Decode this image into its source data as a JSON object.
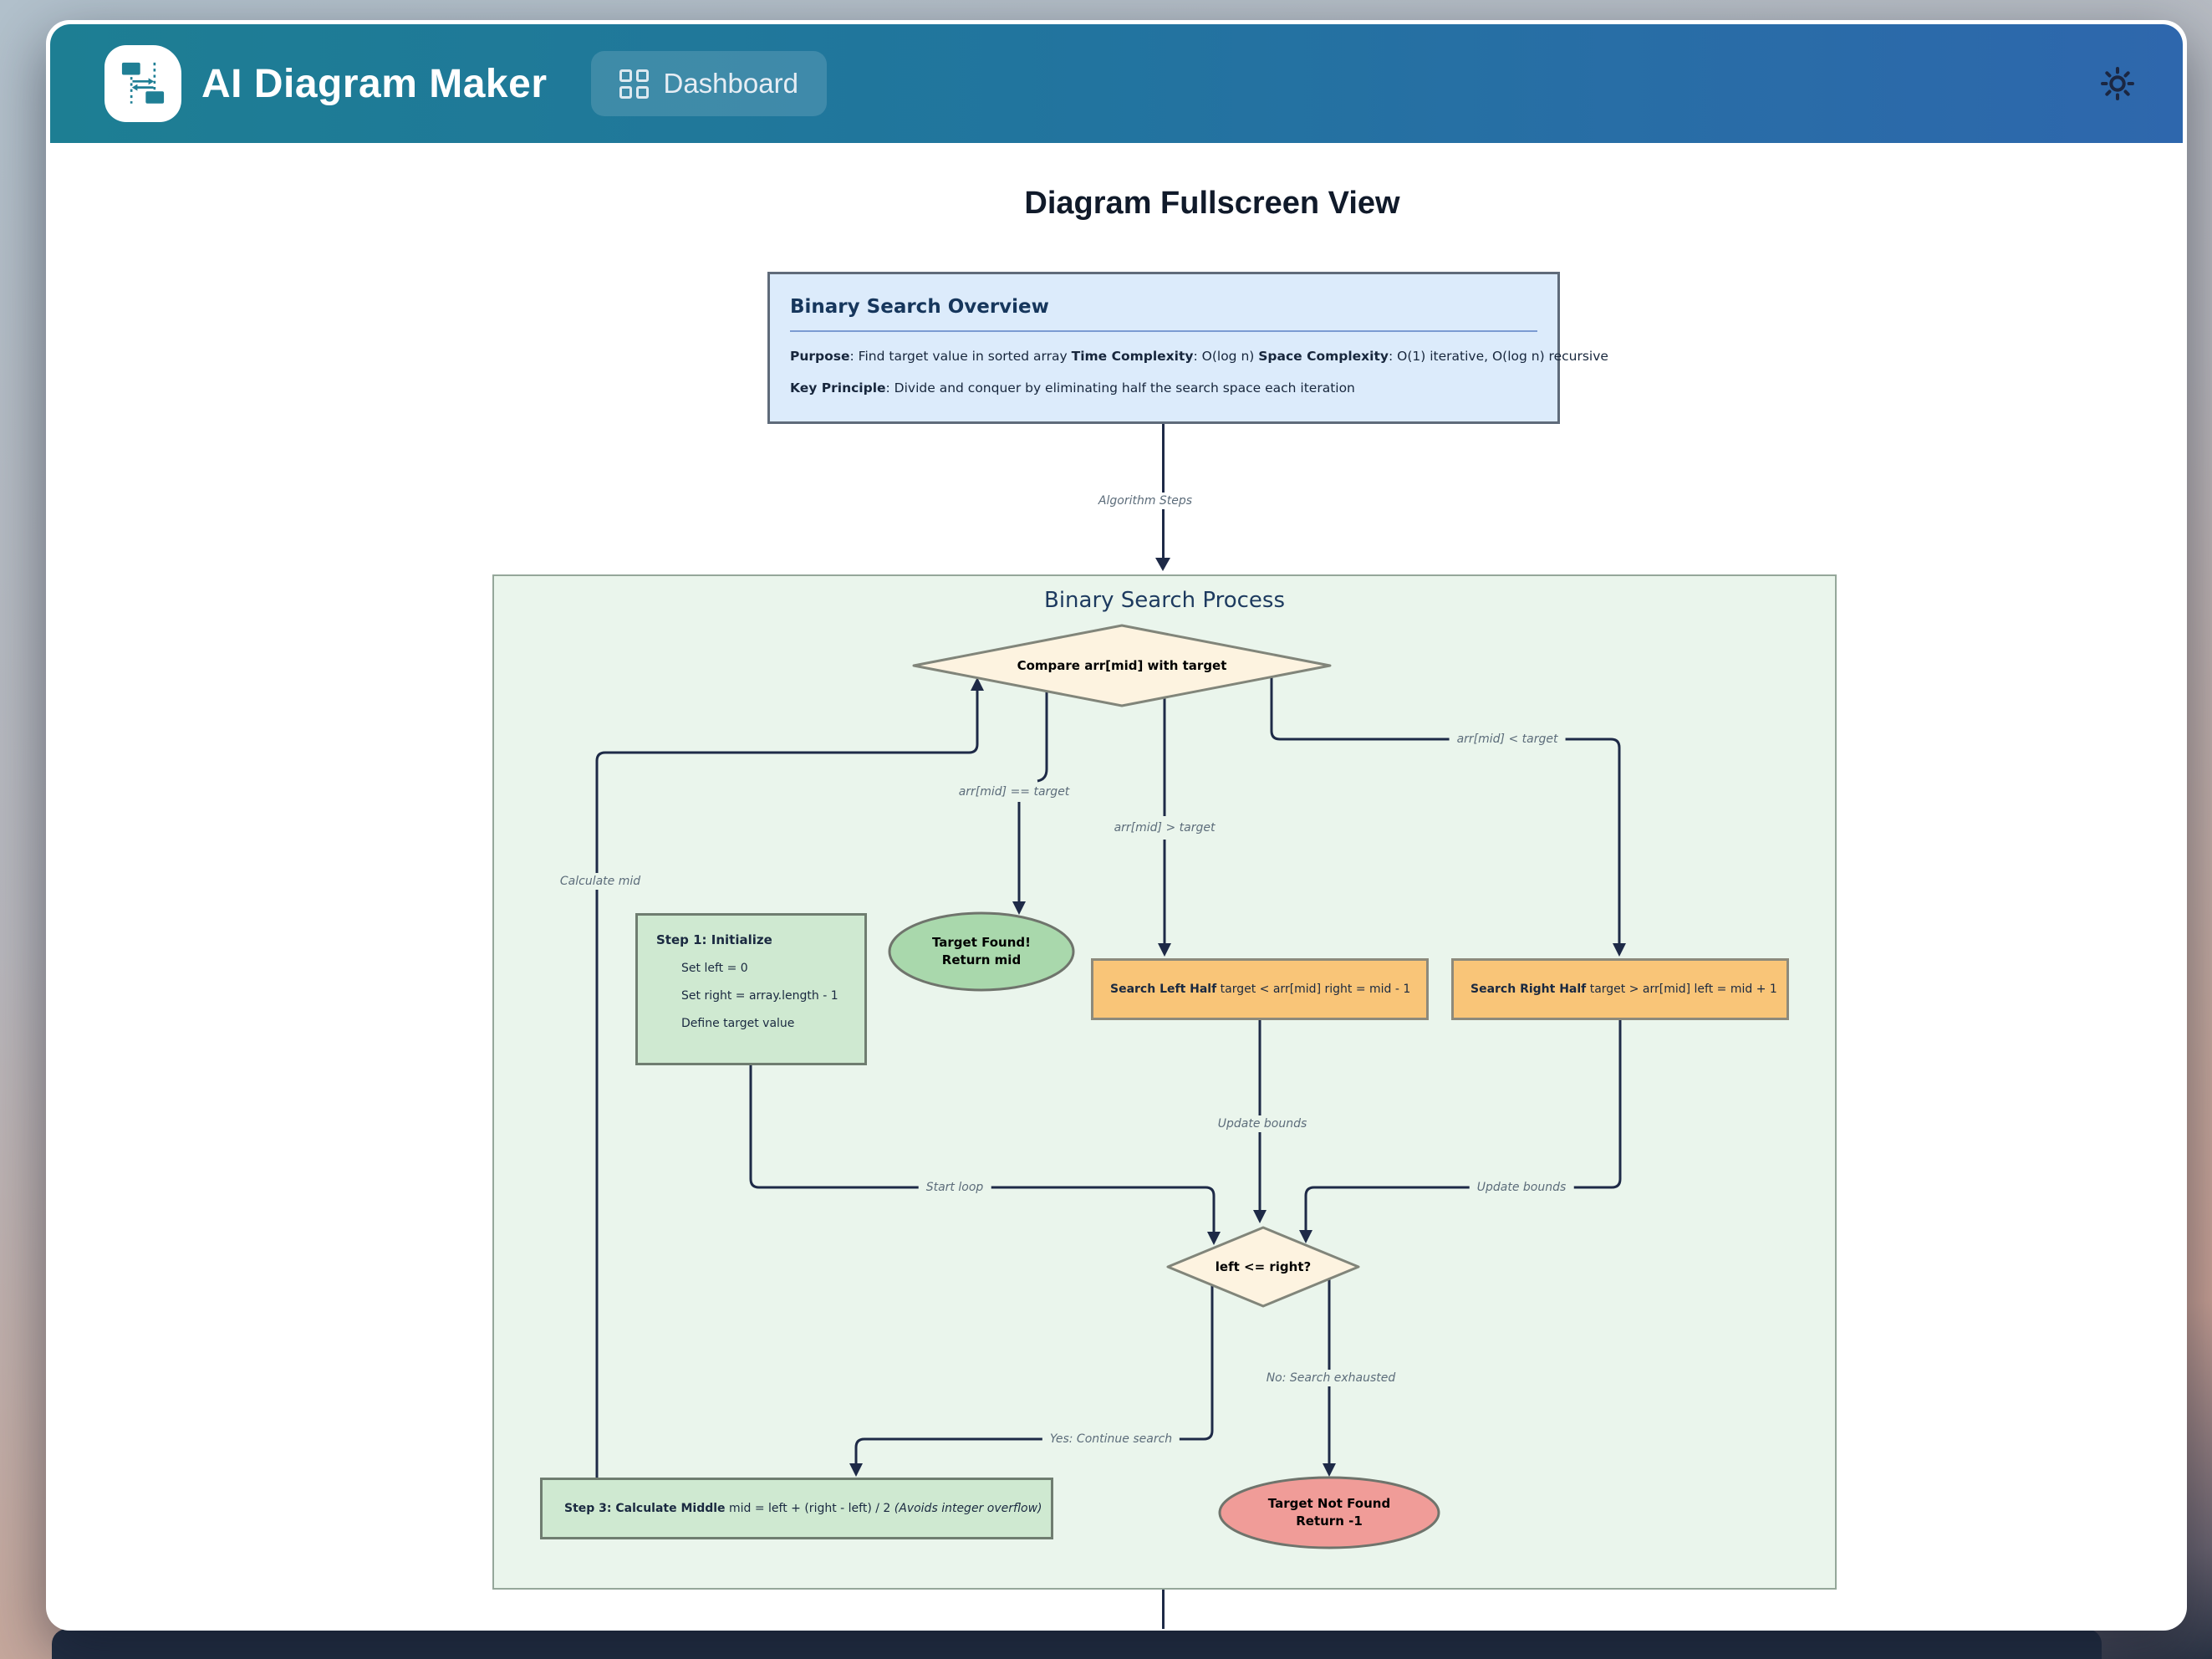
{
  "header": {
    "brand": "AI Diagram Maker",
    "nav": {
      "dashboard": "Dashboard"
    },
    "icons": {
      "logo": "sequence-diagram-icon",
      "dashboard": "grid-2x2-icon",
      "theme": "sun-icon"
    }
  },
  "page": {
    "title": "Diagram Fullscreen View"
  },
  "overview": {
    "title": "Binary Search Overview",
    "purpose_label": "Purpose",
    "purpose_text": ": Find target value in sorted array ",
    "time_label": "Time Complexity",
    "time_text": ": O(log n) ",
    "space_label": "Space Complexity",
    "space_text": ": O(1) iterative, O(log n) recursive",
    "key_label": "Key Principle",
    "key_text": ": Divide and conquer by eliminating half the search space each iteration"
  },
  "process": {
    "title": "Binary Search Process",
    "compare": "Compare arr[mid] with target",
    "step1": {
      "title": "Step 1: Initialize",
      "items": [
        "Set left = 0",
        "Set right = array.length - 1",
        "Define target value"
      ]
    },
    "found": {
      "line1": "Target Found!",
      "line2": "Return mid"
    },
    "search_left": {
      "bold": "Search Left Half",
      "rest": " target < arr[mid] right = mid - 1"
    },
    "search_right": {
      "bold": "Search Right Half",
      "rest": " target > arr[mid] left = mid + 1"
    },
    "loop_check": "left <= right?",
    "step3": {
      "bold": "Step 3: Calculate Middle",
      "mid": " mid = left + (right - left) / 2 ",
      "italic": "(Avoids integer overflow)"
    },
    "not_found": {
      "line1": "Target Not Found",
      "line2": "Return -1"
    }
  },
  "edges": {
    "algorithm_steps": "Algorithm Steps",
    "calculate_mid": "Calculate mid",
    "eq_target": "arr[mid] == target",
    "gt_target": "arr[mid] > target",
    "lt_target": "arr[mid] < target",
    "update_bounds_left": "Update bounds",
    "update_bounds_right": "Update bounds",
    "start_loop": "Start loop",
    "no_exhausted": "No: Search exhausted",
    "yes_continue": "Yes: Continue search"
  },
  "colors": {
    "header_teal": "#1d7e93",
    "header_blue": "#2e67ad",
    "overview_bg": "#dcebfb",
    "container_bg": "#eaf5ec",
    "node_green": "#cfe9d1",
    "node_cream": "#fdf3e0",
    "node_orange": "#f9c578",
    "ellipse_green": "#a9d8ac",
    "ellipse_red": "#f09c98",
    "edge_line": "#1e2a47"
  }
}
